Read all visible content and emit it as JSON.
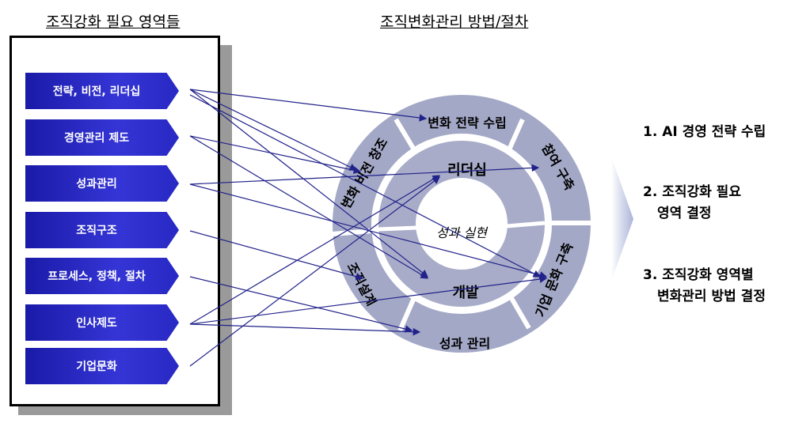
{
  "left_heading": "조직강화 필요 영역들",
  "right_heading": "조직변화관리 방법/절차",
  "areas": [
    "전략, 비전, 리더십",
    "경영관리 제도",
    "성과관리",
    "조직구조",
    "프로세스, 정책, 절차",
    "인사제도",
    "기업문화"
  ],
  "outer_ring": {
    "top": "변화 전략 수립",
    "top_right": "참여 구축",
    "right": "기업 문화 구축",
    "bottom": "성과 관리",
    "left": "조직설계",
    "top_left": "변화 비전 창조"
  },
  "inner_ring": {
    "top": "리더십",
    "bottom": "개발"
  },
  "center_label": "성과 실현",
  "steps": [
    {
      "line1": "1. AI 경영 전략 수립",
      "line2": ""
    },
    {
      "line1": "2. 조직강화 필요",
      "line2": "영역 결정"
    },
    {
      "line1": "3. 조직강화 영역별",
      "line2": "변화관리 방법 결정"
    }
  ],
  "colors": {
    "box": "#2828c4",
    "ring": "#9aa0c0",
    "arrow": "#22228a"
  }
}
